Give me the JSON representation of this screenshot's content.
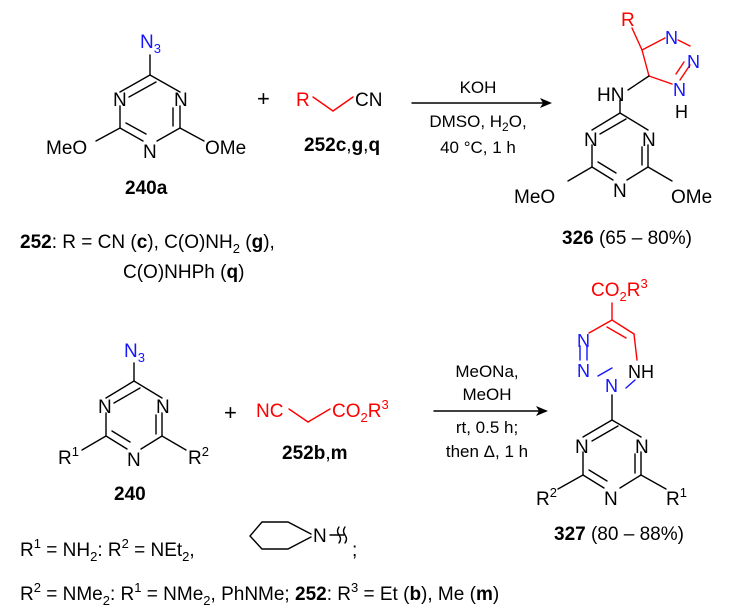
{
  "reaction1": {
    "reactant": {
      "azide_label": "N",
      "azide_sub": "3",
      "ring_n_left": "N",
      "ring_n_right": "N",
      "ring_n_bottom": "N",
      "left_group": "MeO",
      "right_group": "OMe",
      "compound": "240a"
    },
    "plus": "+",
    "reagent": {
      "r_label": "R",
      "cn_label": "CN",
      "compound_prefix": "252",
      "compound_letters": [
        "c",
        "g",
        "q"
      ],
      "sep": ","
    },
    "conditions": {
      "line1": "KOH",
      "line2_a": "DMSO, H",
      "line2_sub": "2",
      "line2_b": "O,",
      "line3": "40 °C, 1 h"
    },
    "product": {
      "r_label": "R",
      "triazole_n1": "N",
      "triazole_n2": "N",
      "triazole_nh_n": "N",
      "triazole_nh_h": "H",
      "hn_label": "HN",
      "ring_n_left": "N",
      "ring_n_right": "N",
      "ring_n_bottom": "N",
      "left_group": "MeO",
      "right_group": "OMe",
      "compound": "326",
      "yield": " (65 – 80%)"
    },
    "legend": {
      "compound": "252",
      "line1_a": ": R = CN (",
      "c": "c",
      "line1_b": "), C(O)NH",
      "sub2": "2",
      "line1_c": " (",
      "g": "g",
      "line1_d": "),",
      "line2_a": "C(O)NHPh (",
      "q": "q",
      "line2_b": ")"
    }
  },
  "reaction2": {
    "reactant": {
      "azide_label": "N",
      "azide_sub": "3",
      "ring_n_left": "N",
      "ring_n_right": "N",
      "ring_n_bottom": "N",
      "left_group": "R",
      "left_sup": "1",
      "right_group": "R",
      "right_sup": "2",
      "compound": "240"
    },
    "plus": "+",
    "reagent": {
      "nc_label": "NC",
      "ester_a": "CO",
      "ester_sub": "2",
      "ester_b": "R",
      "ester_sup": "3",
      "compound": "252",
      "b": "b",
      "sep": ",",
      "m": "m"
    },
    "conditions": {
      "line1": "MeONa,",
      "line2": "MeOH",
      "line3": "rt, 0.5 h;",
      "line4": "then Δ, 1 h"
    },
    "product": {
      "ester_a": "CO",
      "ester_sub": "2",
      "ester_b": "R",
      "ester_sup": "3",
      "triazine_n_top": "N",
      "triazine_n_mid": "N",
      "triazine_n_attach": "N",
      "triazine_nh": "NH",
      "ring_n_left": "N",
      "ring_n_right": "N",
      "ring_n_bottom": "N",
      "left_group": "R",
      "left_sup": "2",
      "right_group": "R",
      "right_sup": "1",
      "compound": "327",
      "yield": " (80 – 88%)"
    },
    "legend": {
      "line1_a": "R",
      "sup1": "1",
      "line1_b": " = NH",
      "sub2": "2",
      "line1_c": ": R",
      "sup2": "2",
      "line1_d": " = NEt",
      "sub2b": "2",
      "line1_e": ",",
      "pip_n": "N",
      "semicolon": ";",
      "line2_a": "R",
      "sup2c": "2",
      "line2_b": " = NMe",
      "sub2c": "2",
      "line2_c": ": R",
      "sup1c": "1",
      "line2_d": " = NMe",
      "sub2d": "2",
      "line2_e": ", PhNMe; ",
      "compound": "252",
      "line2_f": ": R",
      "sup3": "3",
      "line2_g": " = Et (",
      "b": "b",
      "line2_h": "), Me (",
      "m": "m",
      "line2_i": ")"
    }
  }
}
